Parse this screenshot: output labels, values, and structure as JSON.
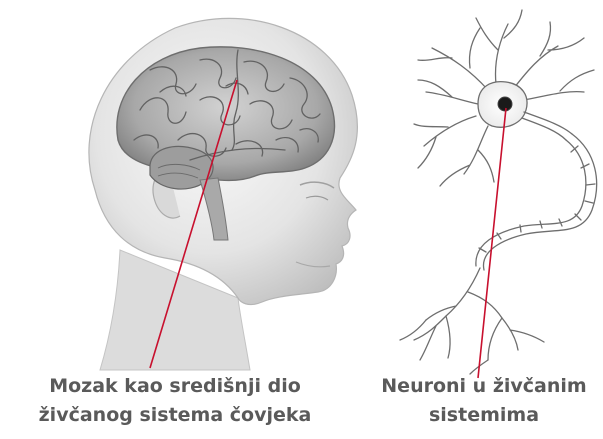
{
  "colors": {
    "pointer": "#c8102e",
    "caption_text": "#5a5a5a",
    "outline": "#6e6e6e",
    "nucleus": "#1a1a1a"
  },
  "brain_caption": {
    "line1": "Mozak kao središnji dio",
    "line2": "živčanog sistema čovjeka"
  },
  "neuron_caption": {
    "line1": "Neuroni u živčanim",
    "line2": "sistemima"
  }
}
